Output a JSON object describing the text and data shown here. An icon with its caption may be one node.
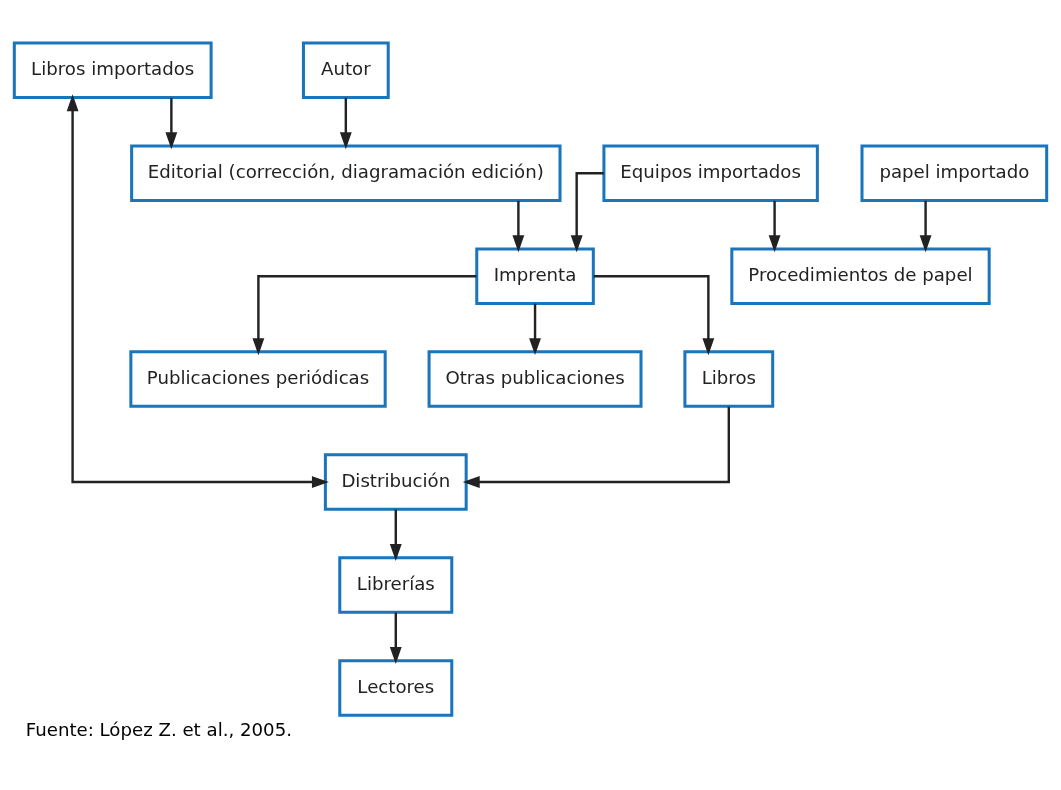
{
  "diagram": {
    "caption": "Fuente: López Z. et al., 2005.",
    "nodes": [
      {
        "text": [
          "Autor"
        ]
      },
      {
        "text": [
          "Equipos importados"
        ]
      },
      {
        "text": [
          "papel importado"
        ]
      },
      {
        "text": [
          "Libros importados"
        ]
      },
      {
        "text": [
          "Procedimientos de papel"
        ]
      },
      {
        "text": [
          "Editorial (corrección, diagramación edición)"
        ]
      },
      {
        "text": [
          "Imprenta"
        ]
      },
      {
        "text": [
          "Distribución"
        ]
      },
      {
        "text": [
          "Libros"
        ]
      },
      {
        "text": [
          "Publicaciones periódicas"
        ]
      },
      {
        "text": [
          "Otras publicaciones"
        ]
      },
      {
        "text": [
          "Librerías"
        ]
      },
      {
        "text": [
          "Lectores"
        ]
      }
    ],
    "edges": [
      {
        "from": 0,
        "to": 5,
        "arrow": "to"
      },
      {
        "from": 3,
        "to": 5,
        "arrow": "to"
      },
      {
        "from": 3,
        "to": 7,
        "arrow": "both"
      },
      {
        "from": 1,
        "to": 4,
        "arrow": "to"
      },
      {
        "from": 2,
        "to": 4,
        "arrow": "to"
      },
      {
        "from": 1,
        "to": 6,
        "arrow": "to"
      },
      {
        "from": 5,
        "to": 6,
        "arrow": "to"
      },
      {
        "from": 6,
        "to": 8,
        "arrow": "to"
      },
      {
        "from": 6,
        "to": 9,
        "arrow": "to"
      },
      {
        "from": 6,
        "to": 10,
        "arrow": "to"
      },
      {
        "from": 8,
        "to": 7,
        "arrow": "to"
      },
      {
        "from": 7,
        "to": 11,
        "arrow": "to"
      },
      {
        "from": 11,
        "to": 12,
        "arrow": "to"
      }
    ]
  }
}
